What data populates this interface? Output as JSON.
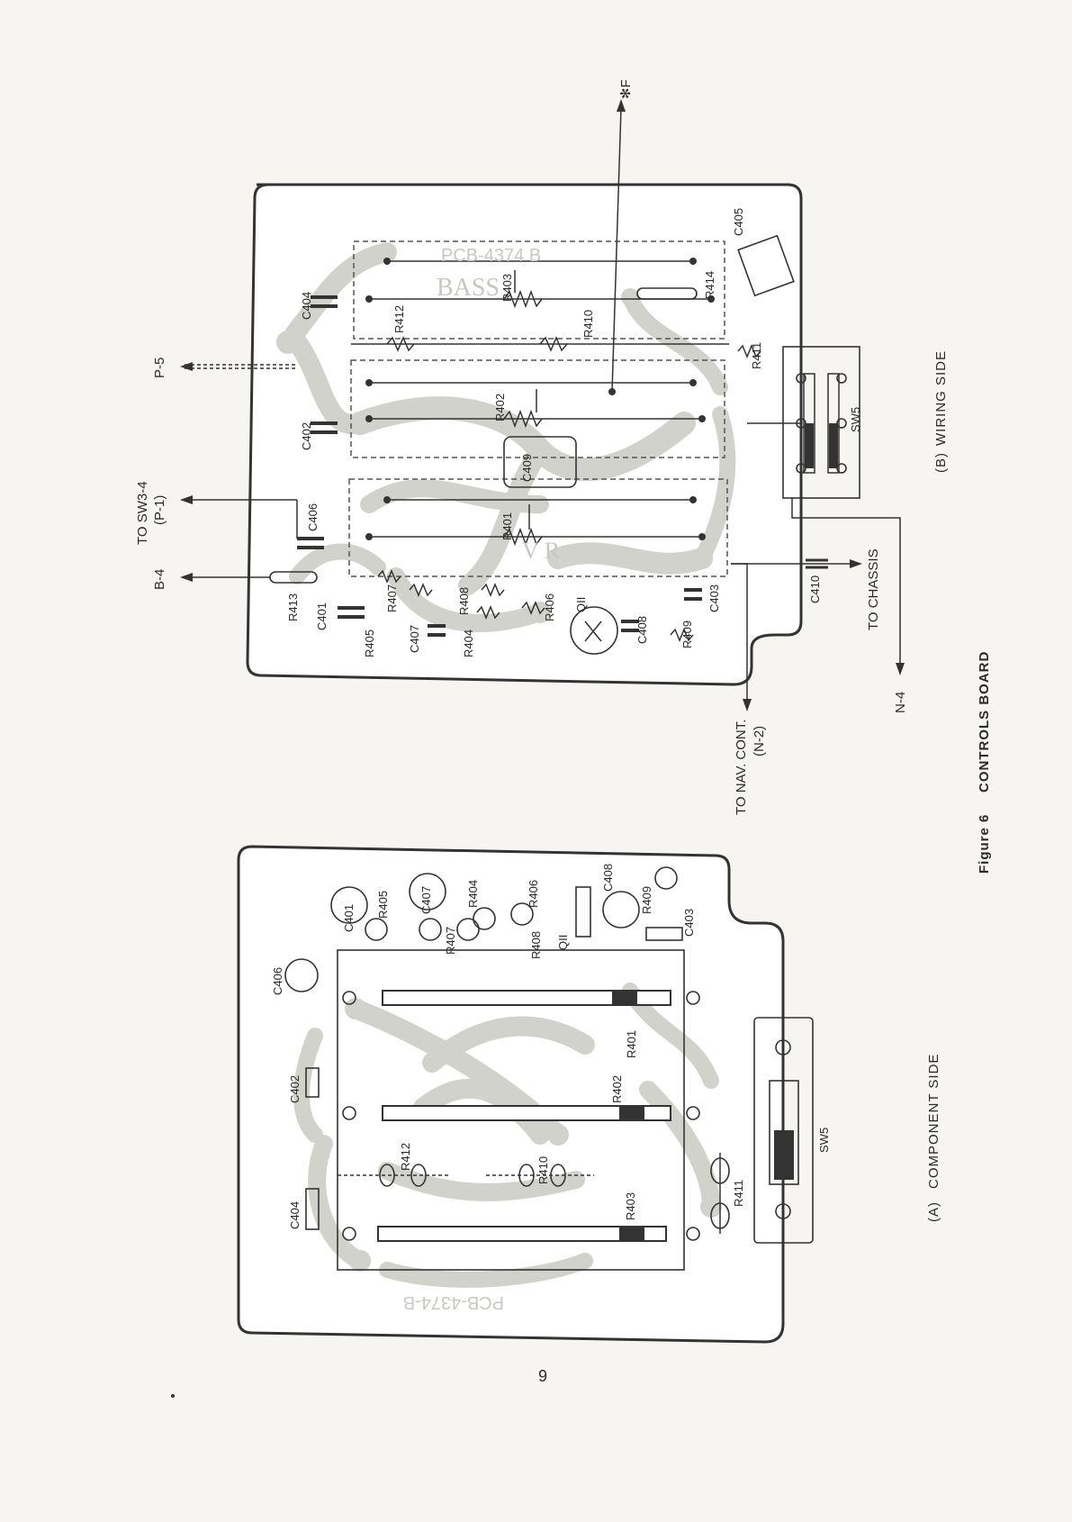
{
  "figure": {
    "number": "Figure 6",
    "title": "CONTROLS BOARD"
  },
  "component_side": {
    "caption_letter": "(A)",
    "caption": "COMPONENT SIDE",
    "labels": {
      "c401": "C401",
      "r405": "R405",
      "c407": "C407",
      "r404": "R404",
      "r406": "R406",
      "c408": "C408",
      "r409": "R409",
      "r407": "R407",
      "r408": "R408",
      "q11": "QII",
      "c403": "C403",
      "c406": "C406",
      "c402": "C402",
      "c404": "C404",
      "r401": "R401",
      "r402": "R402",
      "r403": "R403",
      "r410": "R410",
      "r411": "R411",
      "r412": "R412",
      "sw5": "SW5"
    },
    "silkscreen": "PCB-4374-B"
  },
  "wiring_side": {
    "caption_letter": "(B)",
    "caption": "WIRING SIDE",
    "silkscreen": "PCB-4374 B",
    "silk_bass": "BASS",
    "silk_vr": "V R",
    "connectors": {
      "f": "✻F",
      "p5": "P-5",
      "sw3_4": "TO SW3-4",
      "p1": "(P-1)",
      "b4": "B-4",
      "nav_cont": "TO NAV. CONT.",
      "n2": "(N-2)",
      "chassis": "TO CHASSIS",
      "n4": "N-4"
    },
    "labels": {
      "c405": "C405",
      "r414": "R414",
      "r403": "R403",
      "r410": "R410",
      "r412": "R412",
      "c404": "C404",
      "r411": "R411",
      "r402": "R402",
      "c402": "C402",
      "c409": "C409",
      "sw5": "SW5",
      "r401": "R401",
      "c406": "C406",
      "r413": "R413",
      "c401": "C401",
      "r407": "R407",
      "r405": "R405",
      "c407": "C407",
      "r408": "R408",
      "r404": "R404",
      "r406": "R406",
      "q11": "QII",
      "c408": "C408",
      "r409": "R409",
      "c403": "C403",
      "c410": "C410"
    }
  },
  "page_number": "9"
}
